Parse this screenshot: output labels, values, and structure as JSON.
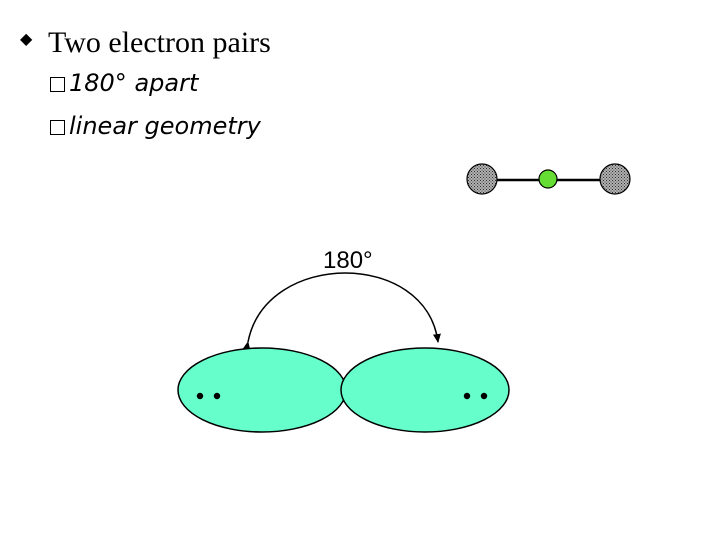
{
  "slide": {
    "bullet_icon": "diamond-bullet-icon",
    "main_text": "Two electron pairs",
    "sub_bullet_icon": "hollow-square-bullet-icon",
    "sub_items": [
      {
        "label": "180° apart"
      },
      {
        "label": "linear geometry"
      }
    ]
  },
  "diagram": {
    "angle_label": "180°",
    "lobe_color": "#66ffcc",
    "central_atom_color": "#66dd33",
    "outer_atom_color": "#808080"
  }
}
